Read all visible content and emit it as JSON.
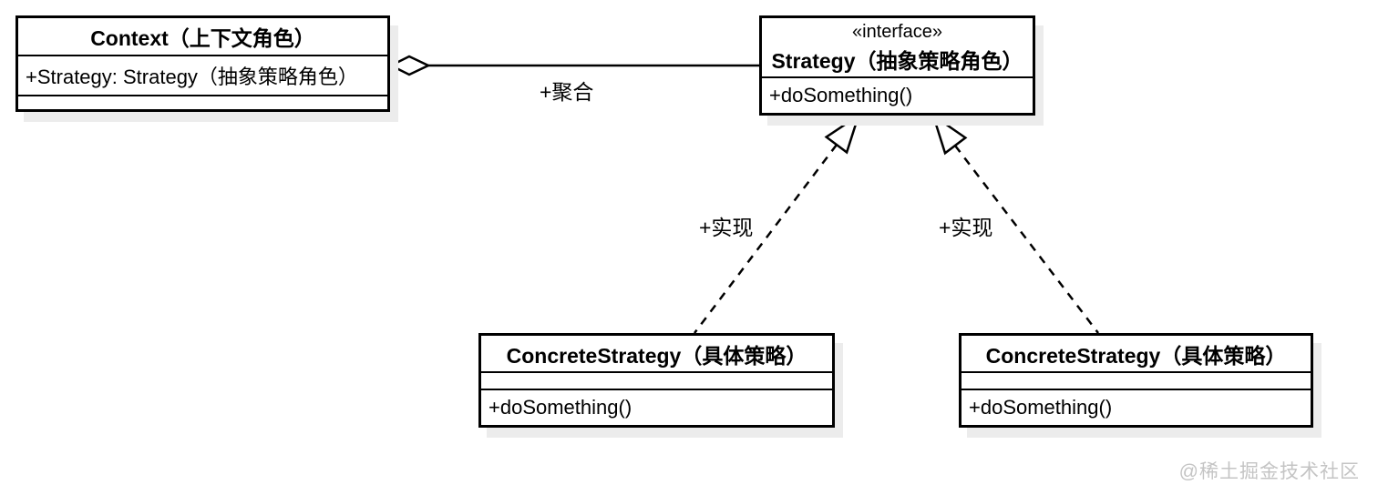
{
  "classes": {
    "context": {
      "title": "Context（上下文角色）",
      "attribute": "+Strategy: Strategy（抽象策略角色）"
    },
    "strategy": {
      "stereotype": "«interface»",
      "title": "Strategy（抽象策略角色）",
      "method": "+doSomething()"
    },
    "concrete_left": {
      "title": "ConcreteStrategy（具体策略）",
      "method": "+doSomething()"
    },
    "concrete_right": {
      "title": "ConcreteStrategy（具体策略）",
      "method": "+doSomething()"
    }
  },
  "edges": {
    "aggregation_label": "+聚合",
    "realization_left_label": "+实现",
    "realization_right_label": "+实现"
  },
  "watermark": "@稀土掘金技术社区",
  "colors": {
    "line": "#000000",
    "box_background": "#ffffff",
    "box_shadow": "#ececec",
    "watermark": "#c4c4c4"
  }
}
